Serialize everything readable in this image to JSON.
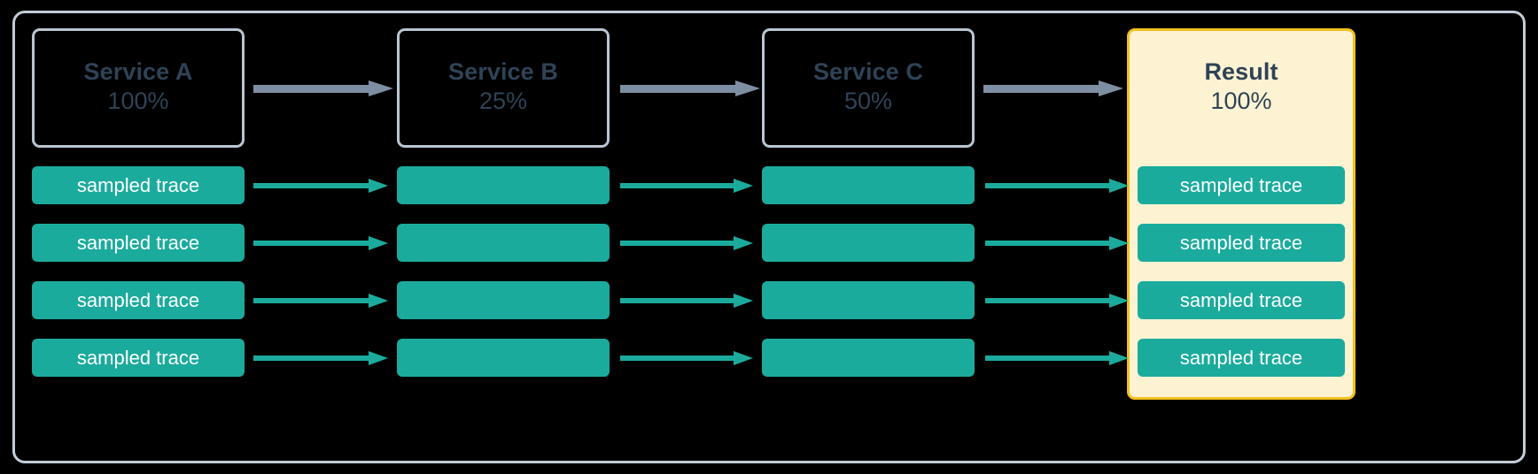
{
  "diagram": {
    "title": "Tail-based sampling propagation diagram",
    "colors": {
      "background": "#000000",
      "frame_border": "#c3ccd8",
      "service_box_border": "#b9c5d2",
      "service_text": "#2f4356",
      "result_fill": "#fdf3d3",
      "result_border": "#f4c01f",
      "trace_bar": "#1bab9d",
      "trace_text": "#ffffff",
      "grey_arrow": "#7e8fa3",
      "teal_arrow": "#1bab9d"
    },
    "columns": [
      {
        "id": "service-a",
        "name": "Service A",
        "percent": "100%",
        "highlighted": false,
        "bar_label": "sampled trace"
      },
      {
        "id": "service-b",
        "name": "Service B",
        "percent": "25%",
        "highlighted": false,
        "bar_label": ""
      },
      {
        "id": "service-c",
        "name": "Service C",
        "percent": "50%",
        "highlighted": false,
        "bar_label": ""
      },
      {
        "id": "result",
        "name": "Result",
        "percent": "100%",
        "highlighted": true,
        "bar_label": "sampled trace"
      }
    ],
    "rows": [
      {
        "index": 1,
        "labels": [
          "sampled trace",
          "",
          "",
          "sampled trace"
        ]
      },
      {
        "index": 2,
        "labels": [
          "sampled trace",
          "",
          "",
          "sampled trace"
        ]
      },
      {
        "index": 3,
        "labels": [
          "sampled trace",
          "",
          "",
          "sampled trace"
        ]
      },
      {
        "index": 4,
        "labels": [
          "sampled trace",
          "",
          "",
          "sampled trace"
        ]
      }
    ],
    "arrows": {
      "header": [
        {
          "from": "service-a",
          "to": "service-b",
          "style": "grey"
        },
        {
          "from": "service-b",
          "to": "service-c",
          "style": "grey"
        },
        {
          "from": "service-c",
          "to": "result",
          "style": "grey"
        }
      ],
      "trace_style": "teal",
      "trace_arrow_count_per_row": 3
    }
  }
}
